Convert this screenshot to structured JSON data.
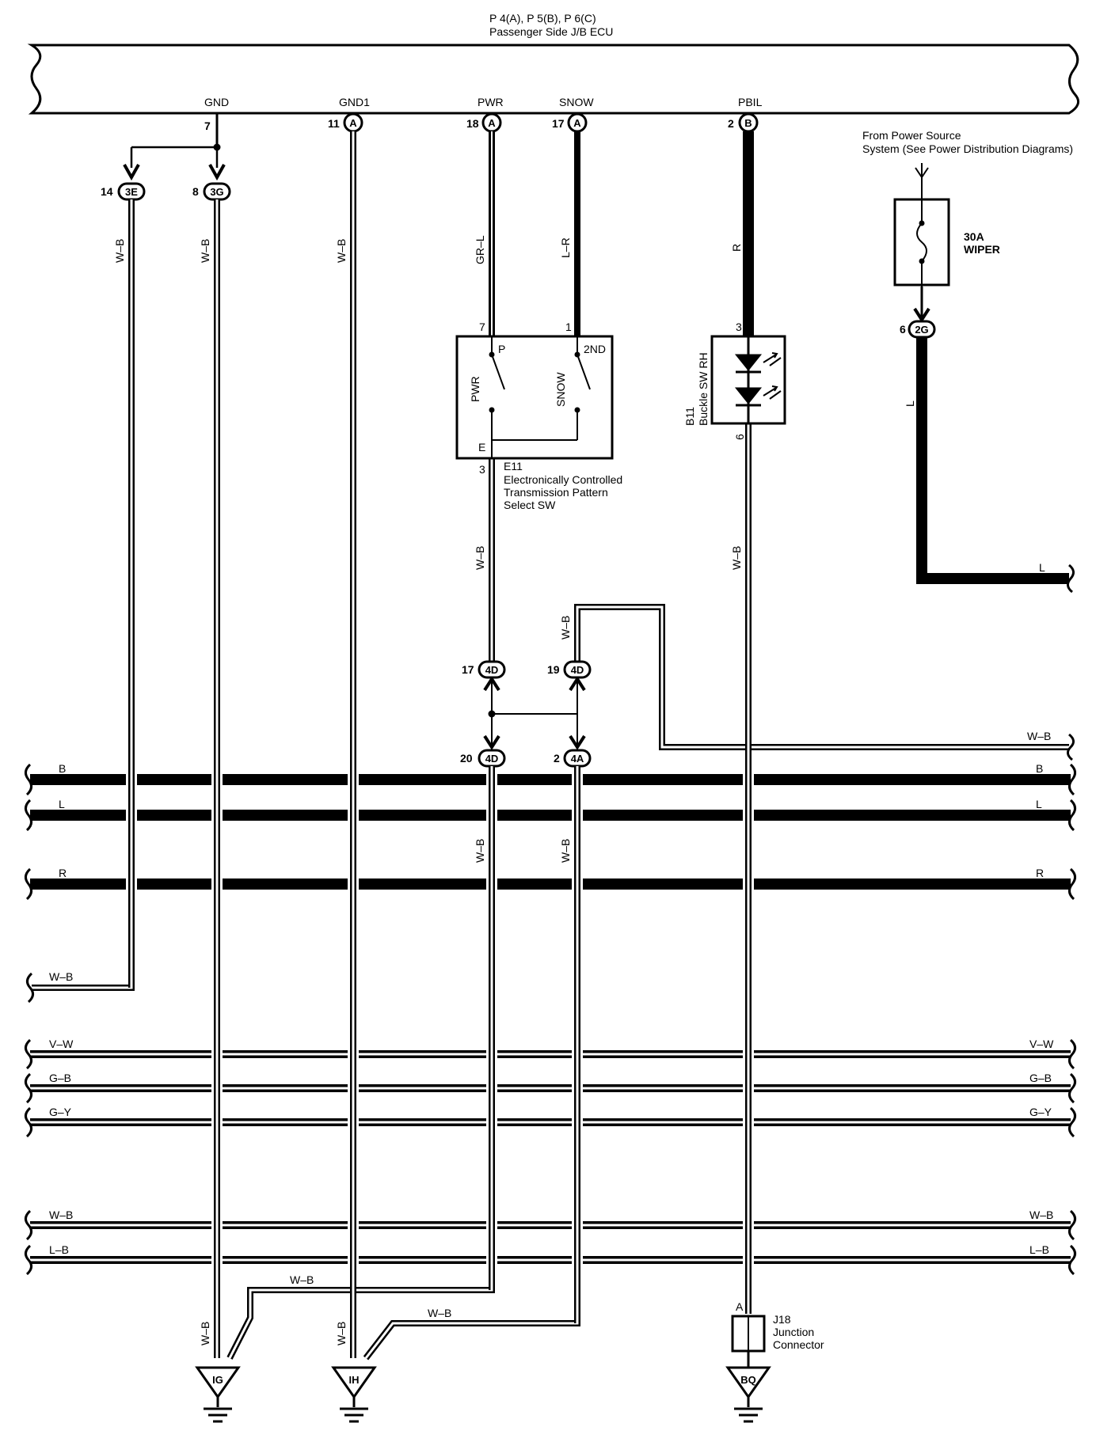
{
  "ecu": {
    "connectors_label": "P 4(A), P 5(B), P 6(C)",
    "name": "Passenger Side J/B ECU",
    "terminals": [
      {
        "name": "GND",
        "pin": "7",
        "conn": ""
      },
      {
        "name": "GND1",
        "pin": "11",
        "conn": "A"
      },
      {
        "name": "PWR",
        "pin": "18",
        "conn": "A"
      },
      {
        "name": "SNOW",
        "pin": "17",
        "conn": "A"
      },
      {
        "name": "PBIL",
        "pin": "2",
        "conn": "B"
      }
    ]
  },
  "junctions": {
    "j3e": {
      "pin": "14",
      "id": "3E"
    },
    "j3g": {
      "pin": "8",
      "id": "3G"
    },
    "j2g": {
      "pin": "6",
      "id": "2G"
    },
    "j4d_17": {
      "pin": "17",
      "id": "4D"
    },
    "j4d_19": {
      "pin": "19",
      "id": "4D"
    },
    "j4d_20": {
      "pin": "20",
      "id": "4D"
    },
    "j4a_2": {
      "pin": "2",
      "id": "4A"
    }
  },
  "wire_colors": {
    "wb": "W–B",
    "grl": "GR–L",
    "lr": "L–R",
    "r": "R",
    "l": "L"
  },
  "power_source": {
    "line1": "From Power Source",
    "line2": "System (See Power Distribution Diagrams)"
  },
  "fuse": {
    "rating": "30A",
    "name": "WIPER"
  },
  "pattern_switch": {
    "pin_pwr": "7",
    "pin_snow": "1",
    "pin_e": "3",
    "contact_p": "P",
    "contact_2nd": "2ND",
    "contact_e": "E",
    "label_pwr": "PWR",
    "label_snow": "SNOW",
    "ref": "E11",
    "desc1": "Electronically Controlled",
    "desc2": "Transmission Pattern",
    "desc3": "Select SW"
  },
  "buckle_switch": {
    "pin_top": "3",
    "pin_bottom": "6",
    "ref": "B11",
    "name": "Buckle SW RH"
  },
  "junction_connector": {
    "pin": "A",
    "ref": "J18",
    "line1": "Junction",
    "line2": "Connector"
  },
  "grounds": [
    "IG",
    "IH",
    "BQ"
  ],
  "bus_lines": {
    "wb_top": "W–B",
    "b": "B",
    "l": "L",
    "r": "R",
    "wb_left": "W–B",
    "vw": "V–W",
    "gb": "G–B",
    "gy": "G–Y",
    "wb_bottom": "W–B",
    "lb": "L–B"
  },
  "bottom_labels": {
    "wb_ig": "W–B",
    "wb_ih": "W–B",
    "wb_route1": "W–B",
    "wb_route2": "W–B"
  }
}
